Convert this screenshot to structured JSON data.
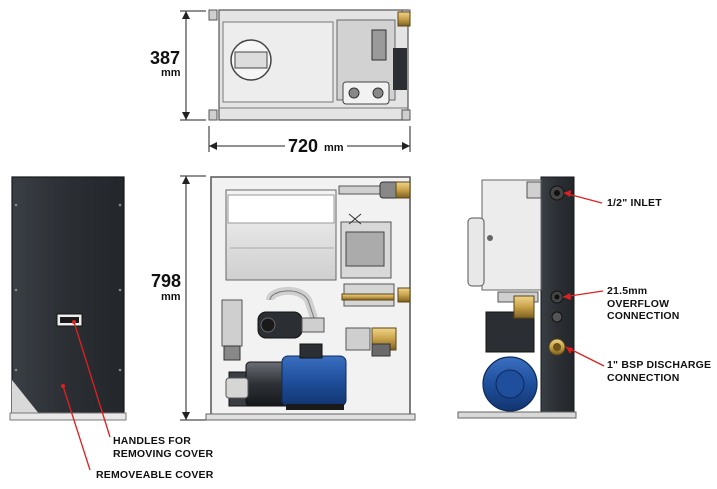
{
  "dimensions": {
    "depth": {
      "value": "387",
      "unit": "mm"
    },
    "width": {
      "value": "720",
      "unit": "mm"
    },
    "height": {
      "value": "798",
      "unit": "mm"
    }
  },
  "callouts": {
    "handles": [
      "HANDLES FOR",
      "REMOVING COVER"
    ],
    "cover": [
      "REMOVEABLE COVER"
    ],
    "inlet": [
      "1/2\" INLET"
    ],
    "overflow": [
      "21.5mm",
      "OVERFLOW",
      "CONNECTION"
    ],
    "discharge": [
      "1\" BSP DISCHARGE",
      "CONNECTION"
    ]
  },
  "colors": {
    "cabinet": "#2e3237",
    "cabinet_edge": "#1c1f23",
    "frame": "#dcdcdc",
    "panel_light": "#ececec",
    "pump_blue": "#1f4f9c",
    "brass": "#c8a24a",
    "callout_red": "#e02020",
    "dim_line": "#222222"
  }
}
